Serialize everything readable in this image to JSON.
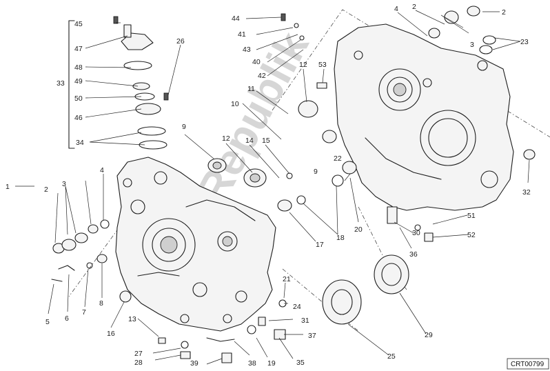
{
  "diagram": {
    "reference_code": "CRT00799",
    "watermark_text": "PartsRepublik",
    "callouts": [
      "1",
      "2",
      "2",
      "2",
      "3",
      "3",
      "4",
      "4",
      "5",
      "6",
      "7",
      "8",
      "9",
      "9",
      "10",
      "11",
      "12",
      "12",
      "13",
      "14",
      "15",
      "16",
      "17",
      "18",
      "19",
      "20",
      "21",
      "22",
      "23",
      "24",
      "25",
      "26",
      "27",
      "28",
      "29",
      "30",
      "31",
      "32",
      "33",
      "34",
      "35",
      "36",
      "37",
      "38",
      "39",
      "40",
      "41",
      "42",
      "43",
      "44",
      "45",
      "46",
      "47",
      "48",
      "49",
      "50",
      "51",
      "52",
      "53"
    ]
  }
}
